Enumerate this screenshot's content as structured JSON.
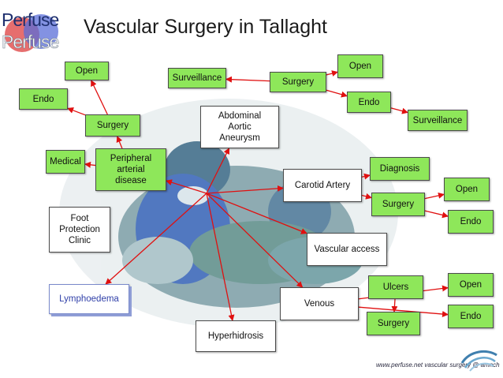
{
  "title": "Vascular Surgery in Tallaght",
  "logo": {
    "top_text": "Perfuse",
    "bottom_text": "Perfuse"
  },
  "footer": "www.perfuse.net vascular surgery @ amnch",
  "nodes": {
    "open_tl": "Open",
    "endo_tl": "Endo",
    "surgery_left": "Surgery",
    "medical": "Medical",
    "pad": "Peripheral\narterial\ndisease",
    "foot": "Foot\nProtection\nClinic",
    "lymph": "Lymphoedema",
    "surveillance_top": "Surveillance",
    "aaa": "Abdominal\nAortic\nAneurysm",
    "surgery_top": "Surgery",
    "open_top": "Open",
    "endo_top": "Endo",
    "surveillance_right": "Surveillance",
    "carotid": "Carotid Artery",
    "diagnosis": "Diagnosis",
    "surgery_carotid": "Surgery",
    "open_carotid": "Open",
    "endo_carotid": "Endo",
    "vascular_access": "Vascular access",
    "venous": "Venous",
    "ulcers": "Ulcers",
    "surgery_venous": "Surgery",
    "open_venous": "Open",
    "endo_venous": "Endo",
    "hyperhidrosis": "Hyperhidrosis"
  },
  "colors": {
    "node_green": "#8ee75a",
    "arrow_red": "#e01010",
    "node_white": "#ffffff",
    "lymph_text": "#2f3fa8"
  },
  "arrows": [
    [
      "surgery_left",
      "endo_tl"
    ],
    [
      "surgery_left",
      "open_tl"
    ],
    [
      "pad",
      "surgery_left"
    ],
    [
      "pad",
      "medical"
    ],
    [
      "surgery_top",
      "surveillance_top"
    ],
    [
      "surgery_top",
      "open_top"
    ],
    [
      "surgery_top",
      "endo_top"
    ],
    [
      "endo_top",
      "surveillance_right"
    ],
    [
      "carotid",
      "diagnosis"
    ],
    [
      "carotid",
      "surgery_carotid"
    ],
    [
      "surgery_carotid",
      "open_carotid"
    ],
    [
      "surgery_carotid",
      "endo_carotid"
    ],
    [
      "ulcers",
      "surgery_venous"
    ],
    [
      "venous",
      "open_venous"
    ],
    [
      "venous",
      "endo_venous"
    ],
    [
      "hub",
      "pad"
    ],
    [
      "hub",
      "aaa"
    ],
    [
      "hub",
      "carotid"
    ],
    [
      "hub",
      "vascular_access"
    ],
    [
      "hub",
      "venous"
    ],
    [
      "hub",
      "hyperhidrosis"
    ],
    [
      "hub",
      "lymph"
    ]
  ]
}
